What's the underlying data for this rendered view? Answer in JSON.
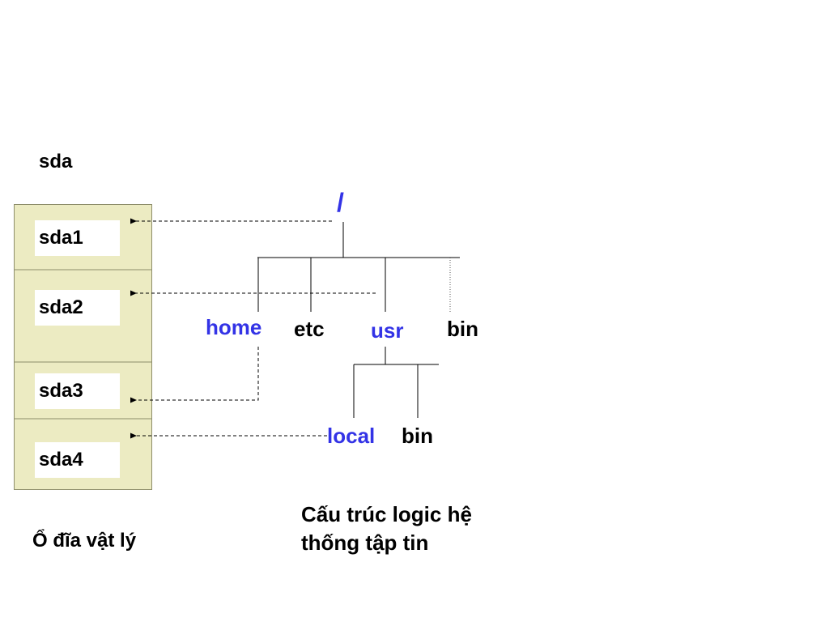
{
  "disk": {
    "title": "sda",
    "partitions": [
      {
        "label": "sda1"
      },
      {
        "label": "sda2"
      },
      {
        "label": "sda3"
      },
      {
        "label": "sda4"
      }
    ],
    "caption": "Ổ đĩa vật lý"
  },
  "tree": {
    "root": "/",
    "level1": [
      "home",
      "etc",
      "usr",
      "bin"
    ],
    "level2": [
      "local",
      "bin"
    ],
    "caption_line1": "Cấu trúc logic hệ",
    "caption_line2": "thống tập tin"
  },
  "colors": {
    "highlight": "#3333e6",
    "text": "#000000",
    "disk_fill": "#ecebc2",
    "disk_border": "#8d8d6a"
  }
}
